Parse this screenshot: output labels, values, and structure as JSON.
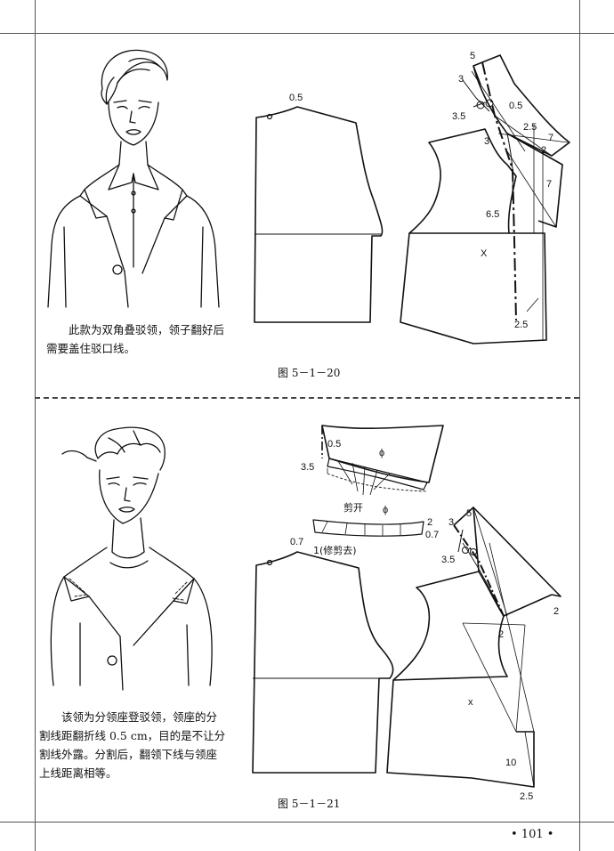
{
  "fig1": {
    "caption": "此款为双角叠驳领，领子翻好后需要盖住驳口线。",
    "label": "图 5－1－20",
    "measures": {
      "m05_front": "0.5",
      "m5": "5",
      "m3a": "3",
      "m35": "3.5",
      "m05_collar": "0.5",
      "m25a": "2.5",
      "m3b": "3",
      "m7a": "7",
      "m2": "2",
      "m7b": "7",
      "m65": "6.5",
      "x": "X",
      "m25b": "2.5"
    }
  },
  "fig2": {
    "caption": "该领为分领座登驳领，领座的分割线距翻折线 0.5 cm，目的是不让分割线外露。分割后，翻领下线与领座上线距离相等。",
    "label": "图 5－1－21",
    "measures": {
      "m05_collar": "0.5",
      "phi1": "ϕ",
      "m35_collar": "3.5",
      "cut": "剪开",
      "phi2": "ϕ",
      "m2_stand": "2",
      "m07_stand": "0.7",
      "trim": "1(修剪去)",
      "m07_front": "0.7",
      "m5": "5",
      "m3": "3",
      "m35": "3.5",
      "m2a": "2",
      "m2b": "2",
      "x": "x",
      "m10": "10",
      "m25": "2.5"
    }
  },
  "page_number": "• 101 •"
}
